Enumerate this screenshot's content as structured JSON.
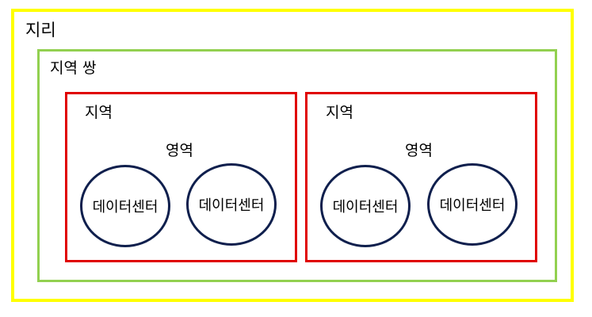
{
  "geography": {
    "label": "지리",
    "border_color": "#ffff00"
  },
  "region_pair": {
    "label": "지역 쌍",
    "border_color": "#92d050"
  },
  "regions": [
    {
      "label": "지역",
      "zone_label": "영역",
      "datacenters": [
        "데이터센터",
        "데이터센터"
      ]
    },
    {
      "label": "지역",
      "zone_label": "영역",
      "datacenters": [
        "데이터센터",
        "데이터센터"
      ]
    }
  ],
  "colors": {
    "region_border": "#e00000",
    "datacenter_border": "#0f1f4d"
  }
}
